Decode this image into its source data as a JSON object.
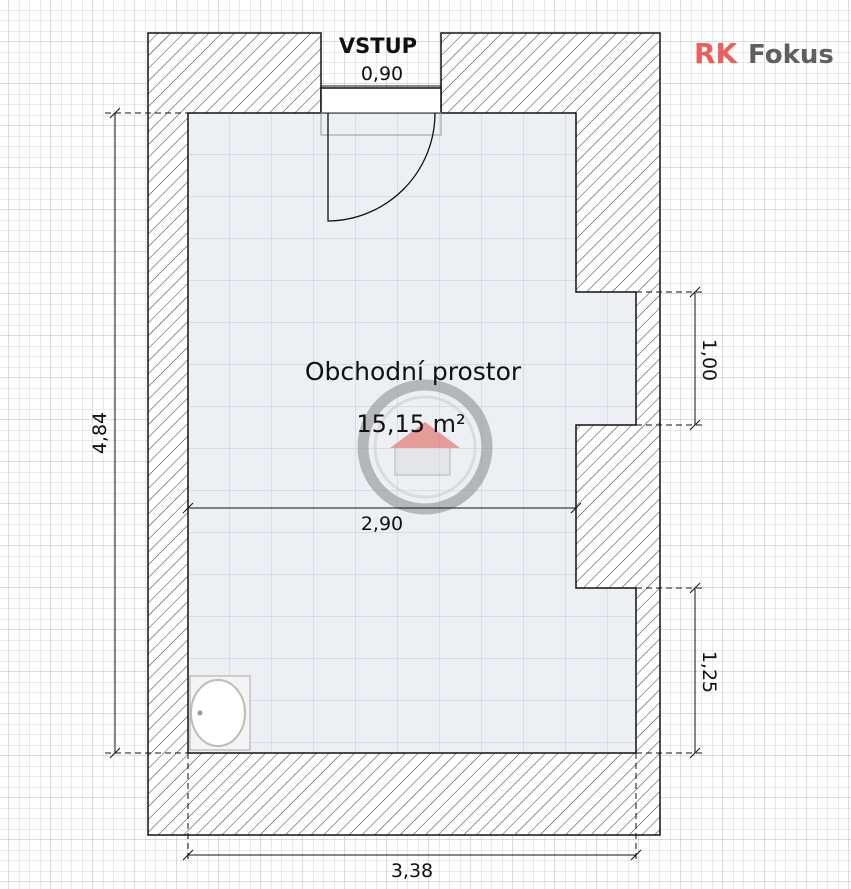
{
  "logo": {
    "part1": "RK",
    "part2": "Fokus",
    "color1": "#e8625a",
    "color2": "#5f5f5f"
  },
  "entrance": {
    "label": "VSTUP",
    "width": "0,90"
  },
  "room": {
    "name": "Obchodní prostor",
    "area": "15,15 m²"
  },
  "dimensions": {
    "height_total": "4,84",
    "width_inner": "2,90",
    "width_total": "3,38",
    "niche": "1,00",
    "lower_right": "1,25"
  }
}
